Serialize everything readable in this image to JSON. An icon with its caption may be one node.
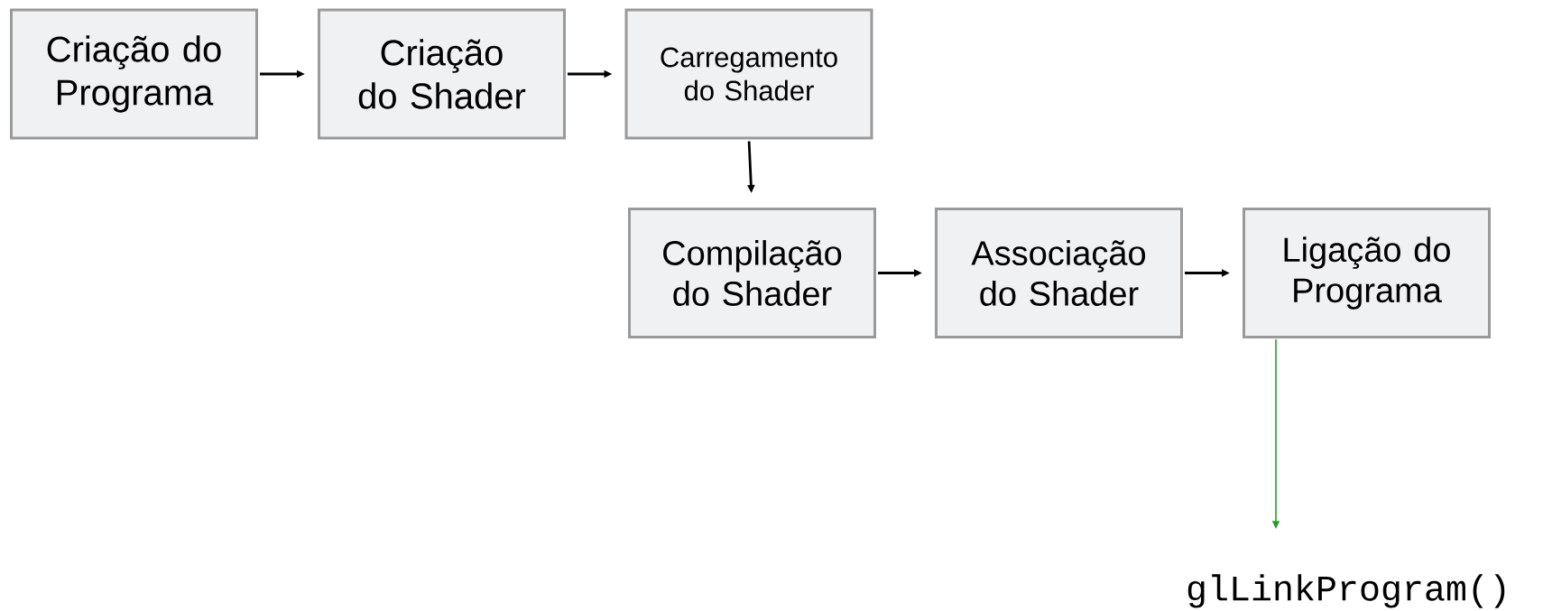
{
  "diagram": {
    "nodes": [
      {
        "text": [
          "Criação do Programa"
        ]
      },
      {
        "text": [
          "Criação do Shader"
        ]
      },
      {
        "text": [
          "Carregamento do Shader"
        ]
      },
      {
        "text": [
          "Compilação do Shader"
        ]
      },
      {
        "text": [
          "Associação do Shader"
        ]
      },
      {
        "text": [
          "Ligação do Programa"
        ]
      },
      {
        "text": [
          "glLinkProgram()"
        ]
      }
    ],
    "edges": [
      {
        "from": 0,
        "to": 1,
        "arrow": "to"
      },
      {
        "from": 1,
        "to": 2,
        "arrow": "to"
      },
      {
        "from": 2,
        "to": 3,
        "arrow": "to"
      },
      {
        "from": 3,
        "to": 4,
        "arrow": "to"
      },
      {
        "from": 4,
        "to": 5,
        "arrow": "to"
      },
      {
        "from": 5,
        "to": 6,
        "arrow": "to",
        "color": "#22a02a"
      }
    ]
  }
}
